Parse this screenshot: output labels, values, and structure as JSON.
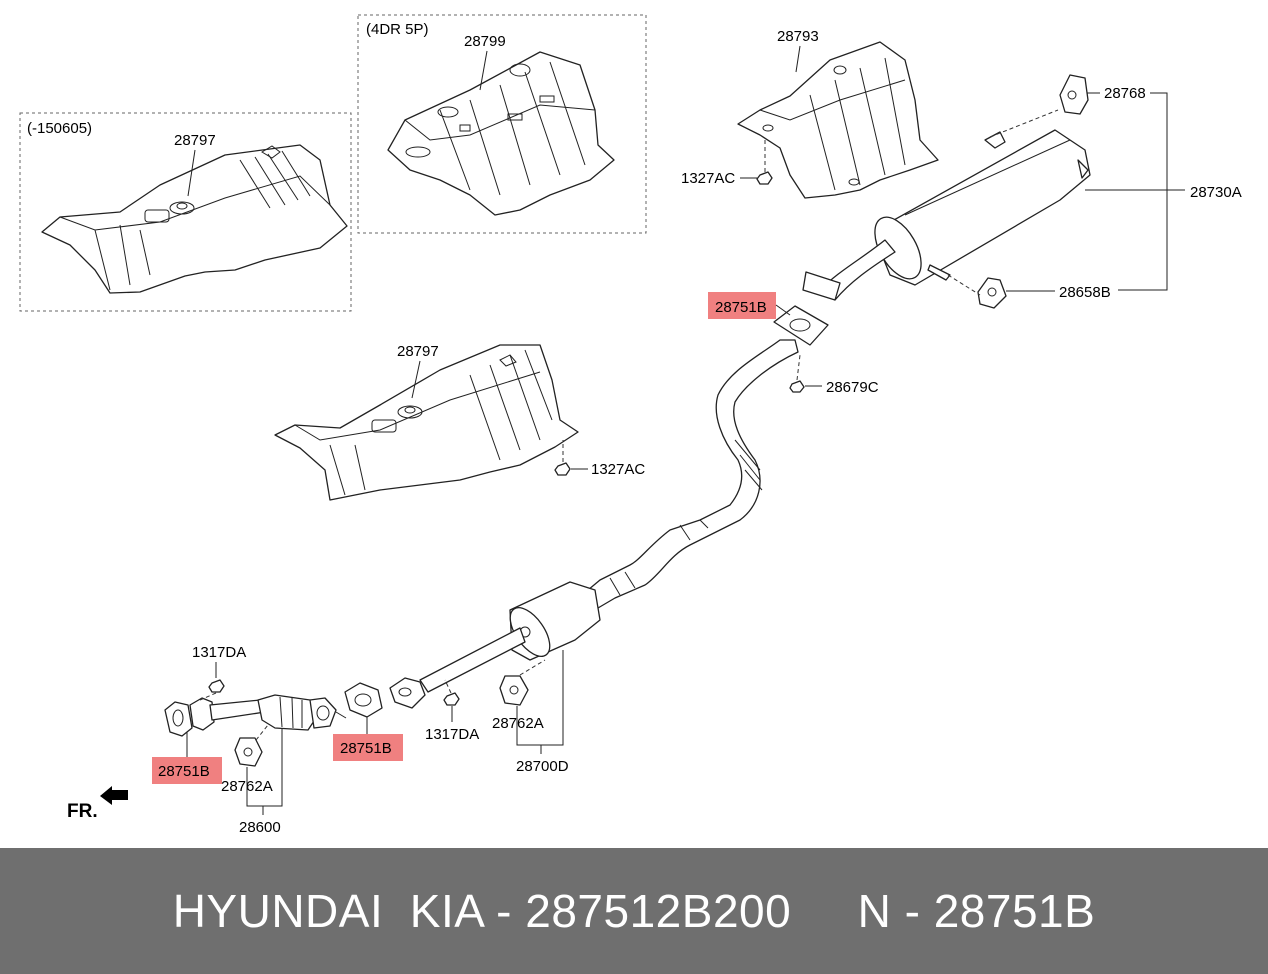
{
  "diagram": {
    "groups": {
      "g1": "(-150605)",
      "g2": "(4DR 5P)"
    },
    "labels": {
      "p28797_top": "28797",
      "p28799": "28799",
      "p28793": "28793",
      "p1327ac_top": "1327AC",
      "p28768": "28768",
      "p28730a": "28730A",
      "p28658b": "28658B",
      "p28751b_mid": "28751B",
      "p28679c": "28679C",
      "p28797_mid": "28797",
      "p1327ac_mid": "1327AC",
      "p1317da_left": "1317DA",
      "p28751b_left": "28751B",
      "p28762a_left": "28762A",
      "p28600": "28600",
      "p28751b_center": "28751B",
      "p1317da_center": "1317DA",
      "p28762a_right": "28762A",
      "p28700d": "28700D",
      "fr": "FR."
    },
    "highlight_color": "#f08080"
  },
  "footer": {
    "text": "HYUNDAI  KIA - 287512B200     N - 28751B",
    "background": "#6f6f6f"
  }
}
